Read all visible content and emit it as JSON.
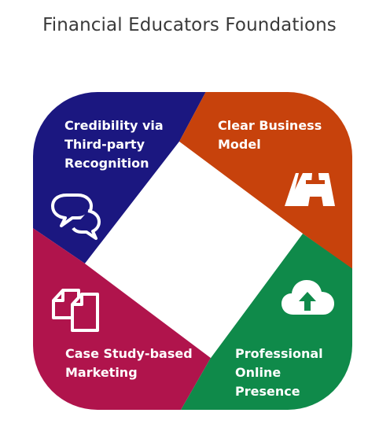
{
  "title": "Financial Educators Foundations",
  "quadrants": [
    {
      "id": "top-left",
      "lines": [
        "Credibility via",
        "Third-party",
        "Recognition"
      ],
      "color": "#1b1780",
      "icon": "speech-bubbles-icon"
    },
    {
      "id": "top-right",
      "lines": [
        "Clear Business",
        "Model"
      ],
      "color": "#c7420c",
      "icon": "road-icon"
    },
    {
      "id": "bottom-left",
      "lines": [
        "Case Study-based",
        "Marketing"
      ],
      "color": "#b0144c",
      "icon": "documents-icon"
    },
    {
      "id": "bottom-right",
      "lines": [
        "Professional",
        "Online",
        "Presence"
      ],
      "color": "#0f8a4a",
      "icon": "cloud-upload-icon"
    }
  ]
}
